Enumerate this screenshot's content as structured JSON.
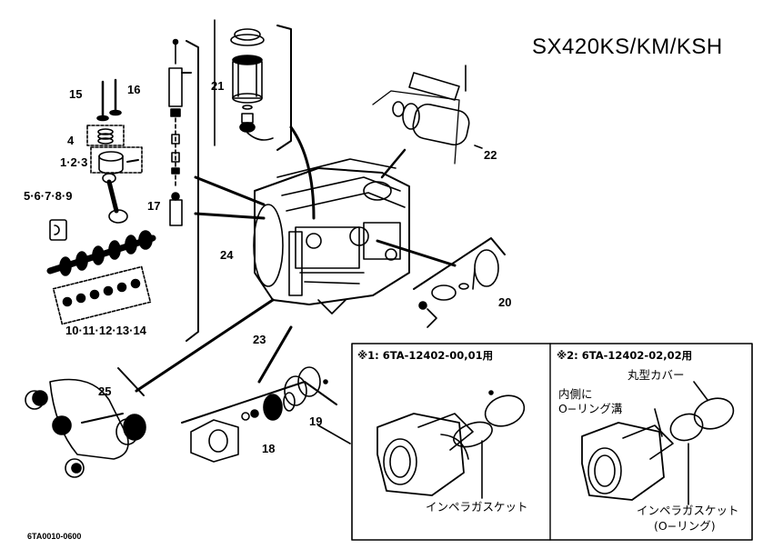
{
  "title": "SX420KS/KM/KSH",
  "drawing_code": "6TA0010-0600",
  "callouts": {
    "c1_2_3": "1·2·3",
    "c4": "4",
    "c5_9": "5·6·7·8·9",
    "c10_14": "10·11·12·13·14",
    "c15": "15",
    "c16": "16",
    "c17": "17",
    "c18": "18",
    "c19": "19",
    "c20": "20",
    "c21": "21",
    "c22": "22",
    "c23": "23",
    "c24": "24",
    "c25": "25"
  },
  "inset": {
    "left_header": "※1: 6TA-12402-00,01用",
    "right_header": "※2: 6TA-12402-02,02用",
    "left_gasket": "インペラガスケット",
    "right_gasket_line1": "インペラガスケット",
    "right_gasket_line2": "(O−リング)",
    "round_cover": "丸型カバー",
    "inner_line1": "内側に",
    "inner_line2": "O−リング溝"
  }
}
